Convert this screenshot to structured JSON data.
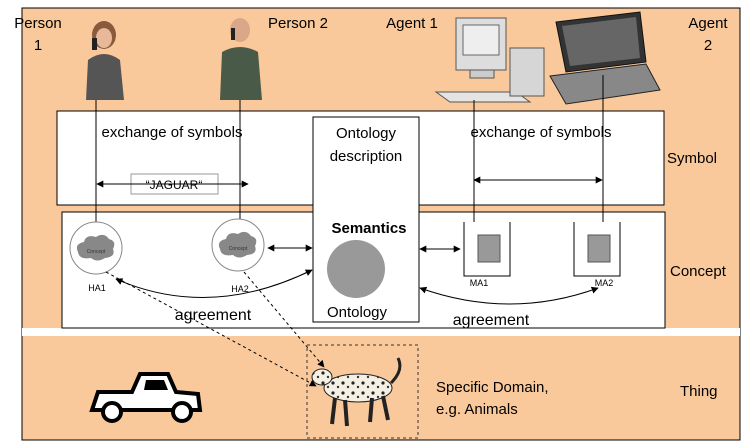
{
  "actors": {
    "person1": "Person 1",
    "person2": "Person 2",
    "agent1": "Agent 1",
    "agent2": "Agent 2"
  },
  "layers": {
    "symbol": "Symbol",
    "concept": "Concept",
    "thing": "Thing"
  },
  "symbol_layer": {
    "exchange_left": "exchange of symbols",
    "exchange_right": "exchange of symbols",
    "word": "“JAGUAR“",
    "ontology_desc_line1": "Ontology",
    "ontology_desc_line2": "description"
  },
  "concept_layer": {
    "semantics": "Semantics",
    "ontology": "Ontology",
    "ha1": "HA1",
    "ha2": "HA2",
    "ma1": "MA1",
    "ma2": "MA2",
    "concept_cloud": "Concept",
    "agreement_left": "agreement",
    "agreement_right": "agreement"
  },
  "thing_layer": {
    "domain_line1": "Specific Domain,",
    "domain_line2": "e.g. Animals"
  },
  "colors": {
    "background_band": "#FAC99B",
    "panel": "#FFFFFF",
    "ontology_circle": "#999999",
    "agent_square": "#999999",
    "cloud": "#888888"
  }
}
